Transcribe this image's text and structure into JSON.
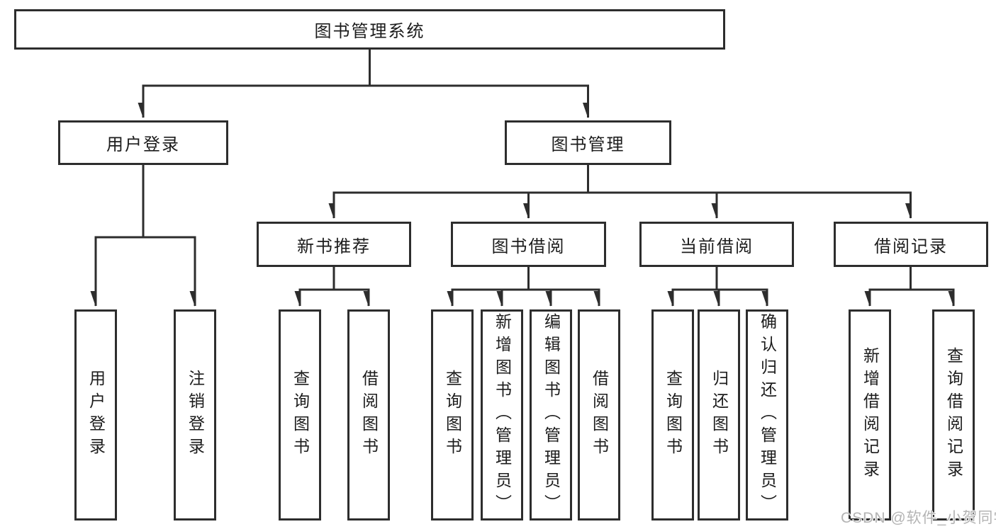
{
  "tree": {
    "label": "图书管理系统",
    "children": [
      {
        "label": "用户登录",
        "children": [
          {
            "label": "用户登录"
          },
          {
            "label": "注销登录"
          }
        ]
      },
      {
        "label": "图书管理",
        "children": [
          {
            "label": "新书推荐",
            "children": [
              {
                "label": "查询图书"
              },
              {
                "label": "借阅图书"
              }
            ]
          },
          {
            "label": "图书借阅",
            "children": [
              {
                "label": "查询图书"
              },
              {
                "label": "新增图书（管理员）"
              },
              {
                "label": "编辑图书（管理员）"
              },
              {
                "label": "借阅图书"
              }
            ]
          },
          {
            "label": "当前借阅",
            "children": [
              {
                "label": "查询图书"
              },
              {
                "label": "归还图书"
              },
              {
                "label": "确认归还（管理员）"
              }
            ]
          },
          {
            "label": "借阅记录",
            "children": [
              {
                "label": "新增借阅记录"
              },
              {
                "label": "查询借阅记录"
              }
            ]
          }
        ]
      }
    ]
  },
  "watermark": {
    "text": "CSDN @软件_小贺同学"
  },
  "colors": {
    "line": "#2d2d2d",
    "box_border": "#2d2d2d",
    "box_fill": "#ffffff",
    "text": "#1c1c1c",
    "watermark": "#b4b4b4",
    "background": "#ffffff"
  }
}
